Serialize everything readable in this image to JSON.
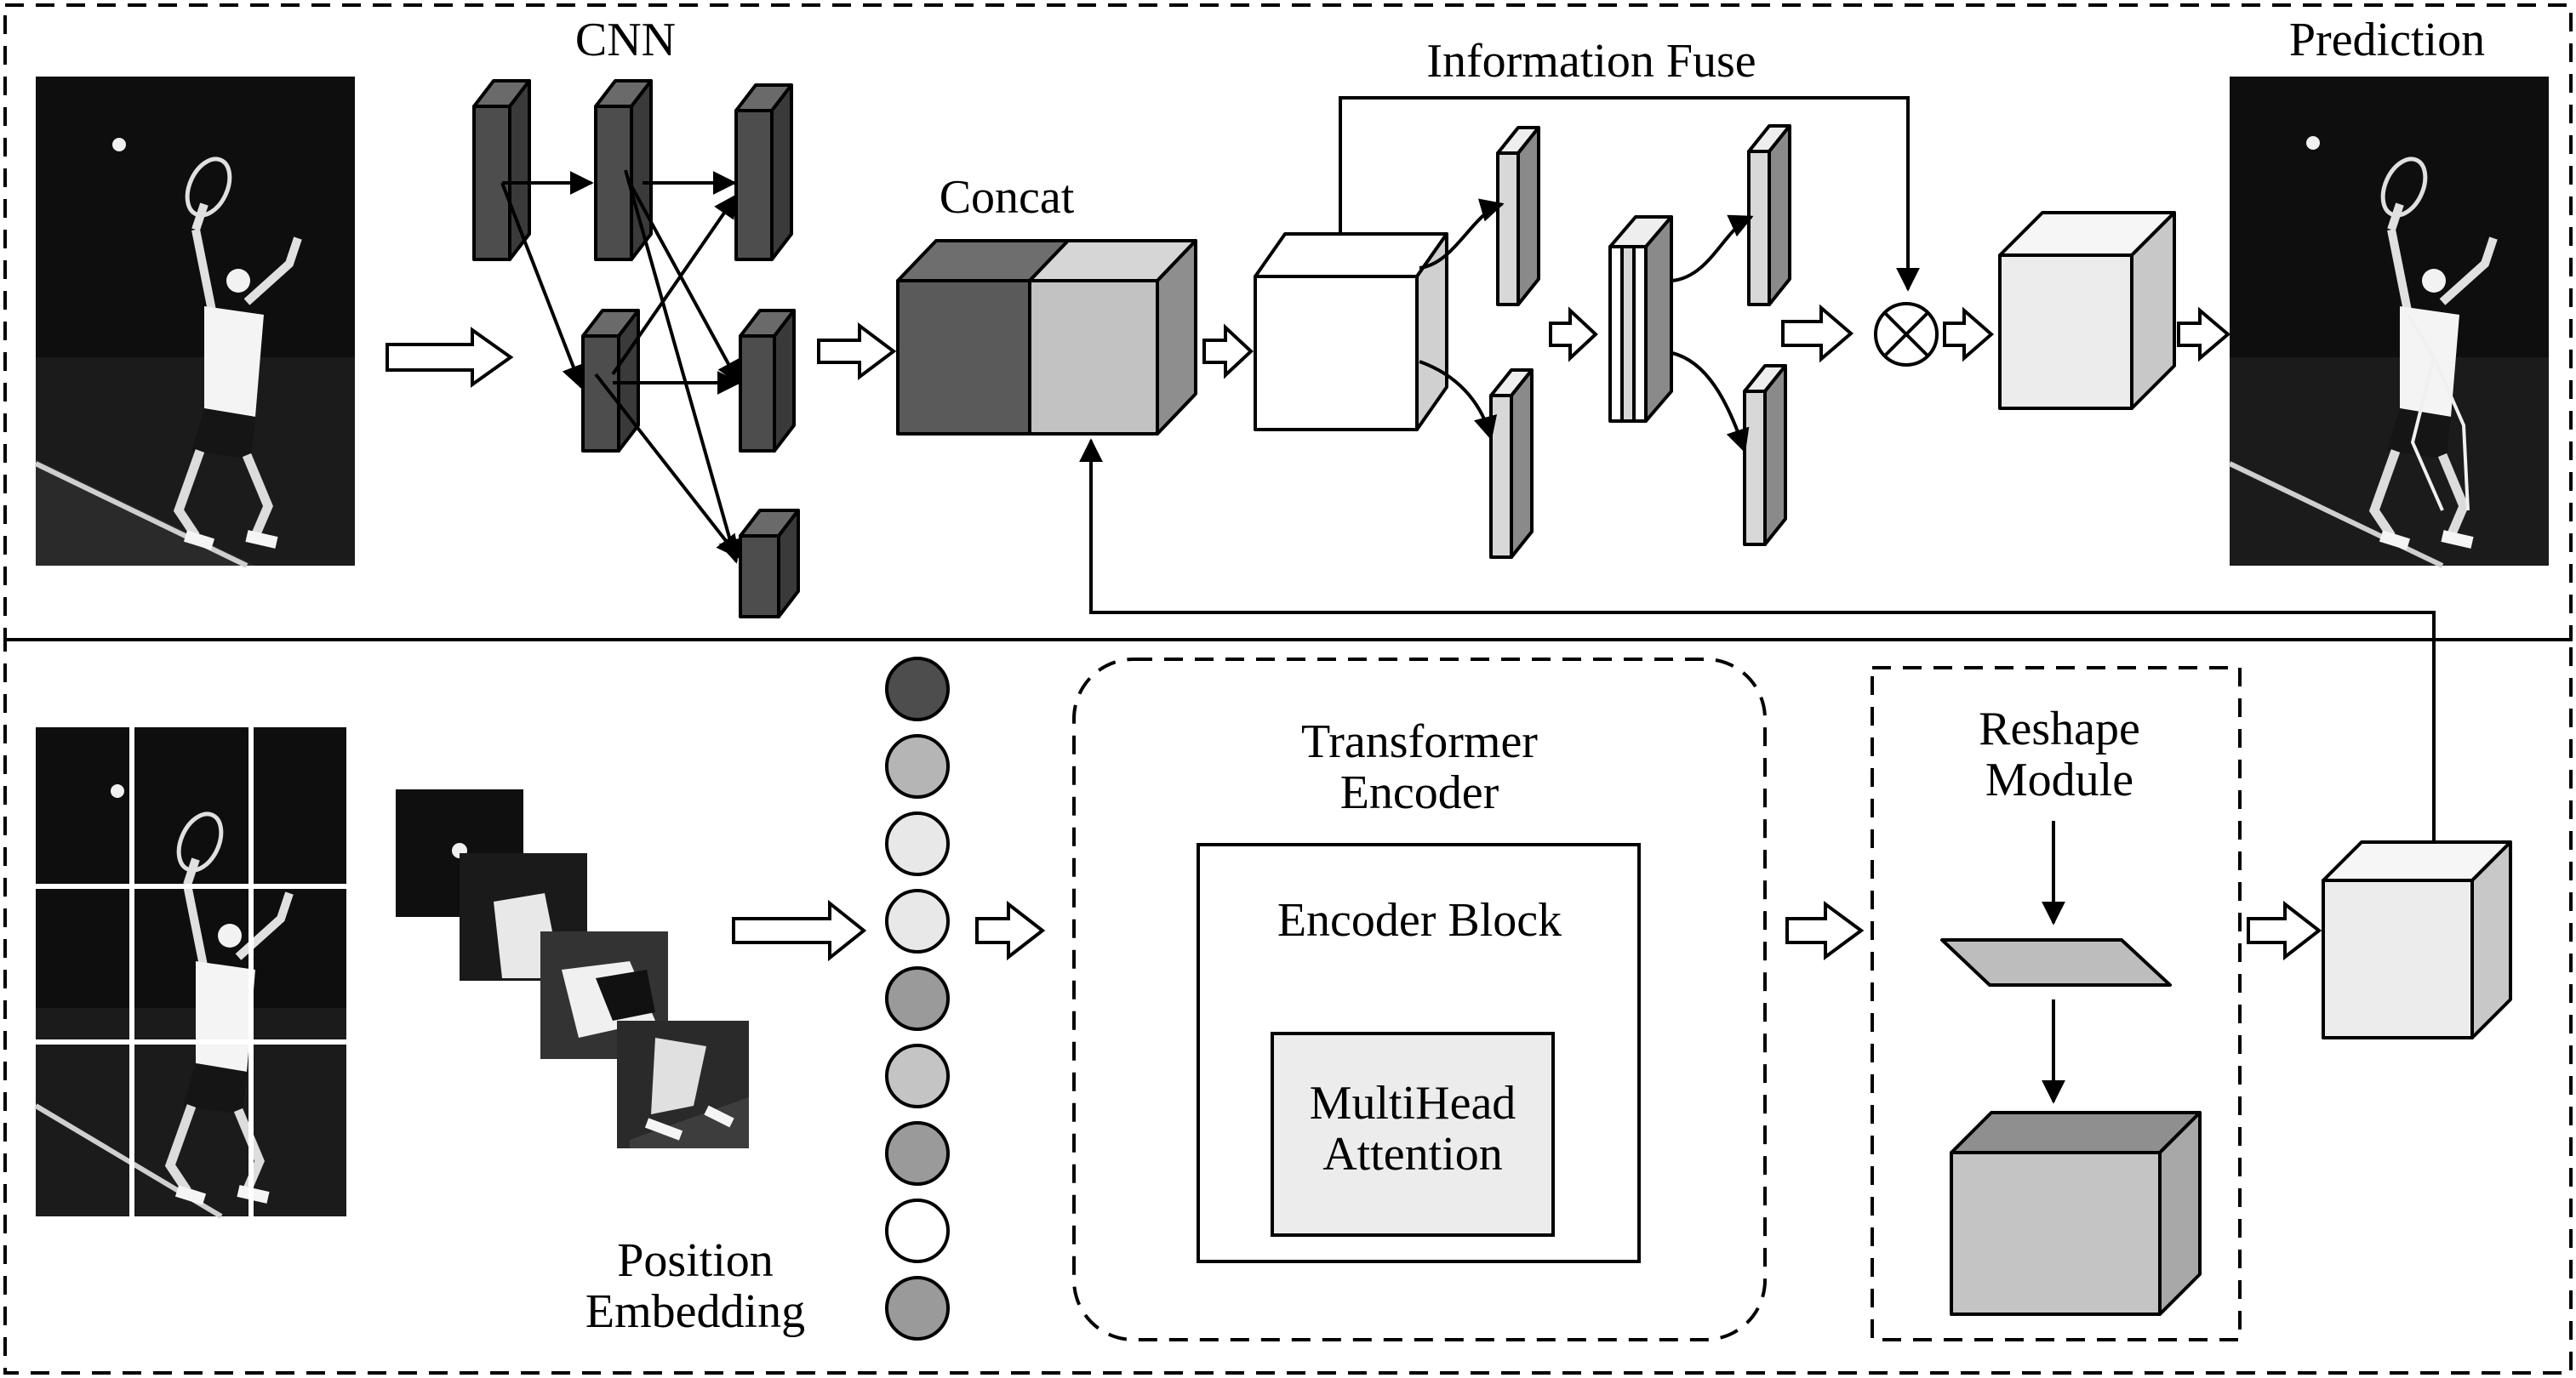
{
  "labels": {
    "cnn": "CNN",
    "information_fuse": "Information Fuse",
    "prediction": "Prediction",
    "concat": "Concat",
    "transformer_encoder_line1": "Transformer",
    "transformer_encoder_line2": "Encoder",
    "encoder_block": "Encoder Block",
    "multihead_line1": "MultiHead",
    "multihead_line2": "Attention",
    "reshape_line1": "Reshape",
    "reshape_line2": "Module",
    "position_line1": "Position",
    "position_line2": "Embedding",
    "multiply_symbol": "⊗"
  },
  "colors": {
    "dark": "#4d4d4d",
    "mid": "#9a9a9a",
    "light": "#d9d9d9",
    "lighter": "#ececec",
    "white": "#ffffff",
    "photo_bg": "#1a1a1a"
  },
  "token_colors": [
    "#4d4d4d",
    "#b5b5b5",
    "#e8e8e8",
    "#e8e8e8",
    "#9a9a9a",
    "#c4c4c4",
    "#9a9a9a",
    "#ffffff",
    "#9a9a9a"
  ]
}
